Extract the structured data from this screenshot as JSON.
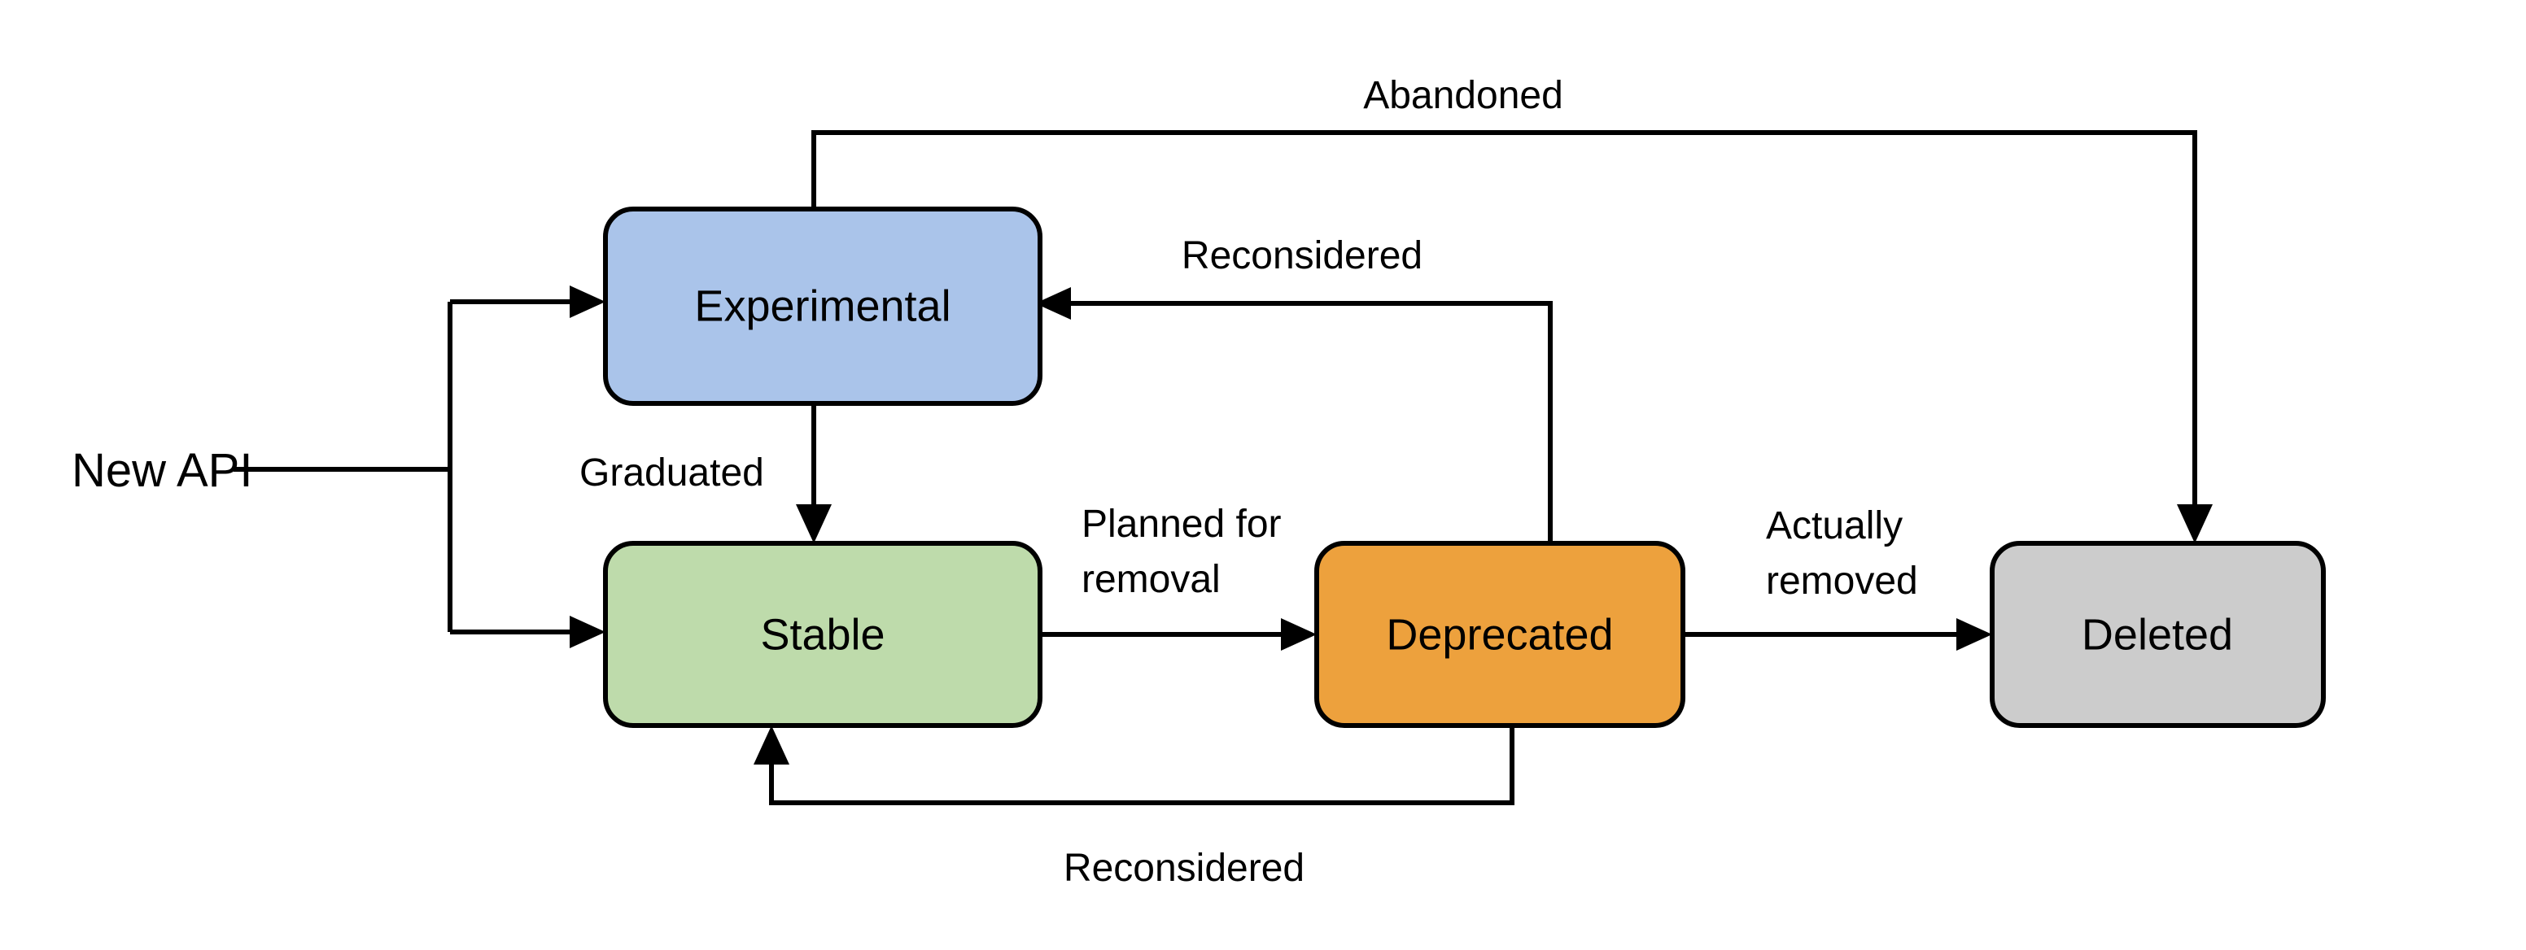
{
  "diagram": {
    "title": "API lifecycle state diagram",
    "background_color": "#ffffff",
    "stroke_color": "#000000",
    "source": {
      "label": "New API"
    },
    "nodes": [
      {
        "id": "experimental",
        "label": "Experimental",
        "fill": "#aac4ea",
        "stroke": "#000000"
      },
      {
        "id": "stable",
        "label": "Stable",
        "fill": "#bedbab",
        "stroke": "#000000"
      },
      {
        "id": "deprecated",
        "label": "Deprecated",
        "fill": "#eda13d",
        "stroke": "#000000"
      },
      {
        "id": "deleted",
        "label": "Deleted",
        "fill": "#cccccc",
        "stroke": "#000000"
      }
    ],
    "edges": [
      {
        "id": "abandoned",
        "from": "experimental",
        "to": "deleted",
        "label": "Abandoned"
      },
      {
        "id": "reconsidered-top",
        "from": "deprecated",
        "to": "experimental",
        "label": "Reconsidered"
      },
      {
        "id": "graduated",
        "from": "experimental",
        "to": "stable",
        "label": "Graduated"
      },
      {
        "id": "planned-for-removal",
        "from": "stable",
        "to": "deprecated",
        "label_line1": "Planned for",
        "label_line2": "removal"
      },
      {
        "id": "actually-removed",
        "from": "deprecated",
        "to": "deleted",
        "label_line1": "Actually",
        "label_line2": "removed"
      },
      {
        "id": "reconsidered-bottom",
        "from": "deprecated",
        "to": "stable",
        "label": "Reconsidered"
      },
      {
        "id": "new-api-to-experimental",
        "from": "new-api",
        "to": "experimental",
        "label": ""
      },
      {
        "id": "new-api-to-stable",
        "from": "new-api",
        "to": "stable",
        "label": ""
      }
    ]
  }
}
